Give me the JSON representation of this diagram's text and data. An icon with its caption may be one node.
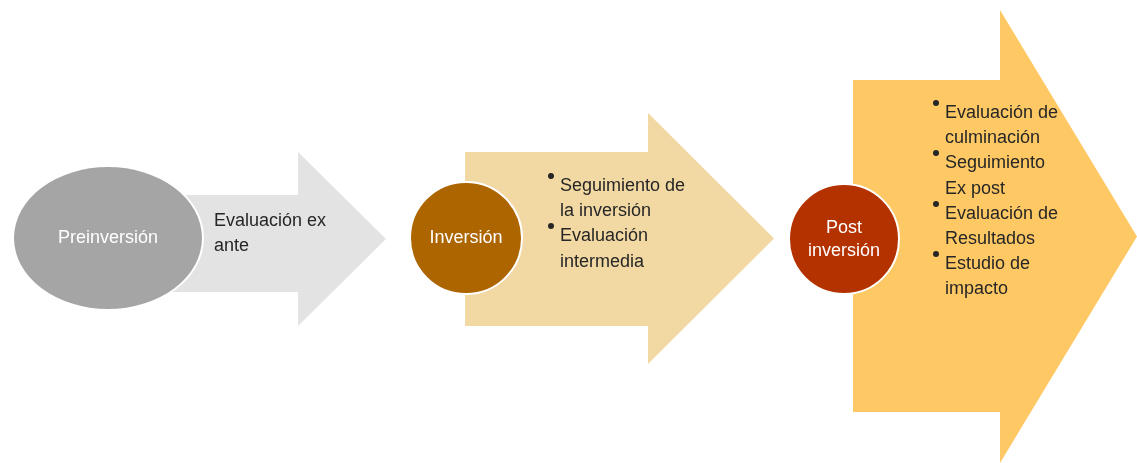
{
  "diagram": {
    "nodes": [
      {
        "text": [
          "Evaluación ex ante"
        ]
      },
      {
        "text": [
          "Preinversión"
        ]
      },
      {
        "text": [
          "Seguimiento de la inversión",
          "Evaluación intermedia"
        ]
      },
      {
        "text": [
          "Inversión"
        ]
      },
      {
        "text": [
          "Evaluación de culminación",
          "Seguimiento Ex post",
          "Evaluación de Resultados",
          "Estudio de impacto"
        ]
      },
      {
        "text": [
          "Post inversión"
        ]
      }
    ]
  }
}
